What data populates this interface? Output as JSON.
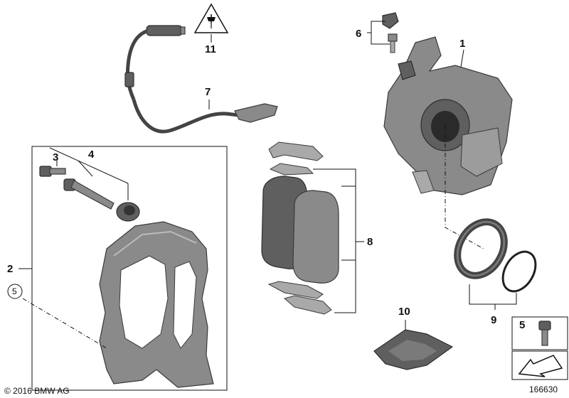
{
  "labels": {
    "p1": "1",
    "p2": "2",
    "p3": "3",
    "p4": "4",
    "p5_circled": "5",
    "p5_box": "5",
    "p6": "6",
    "p7": "7",
    "p8": "8",
    "p9": "9",
    "p10": "10",
    "p11": "11"
  },
  "copyright": "© 2016 BMW AG",
  "diagram_id": "166630",
  "icons": {
    "warning": "electrical-warning-triangle-icon",
    "arrow": "direction-arrow-icon"
  },
  "colors": {
    "part_fill": "#8a8a8a",
    "part_dark": "#5f5f5f",
    "line": "#111111"
  }
}
